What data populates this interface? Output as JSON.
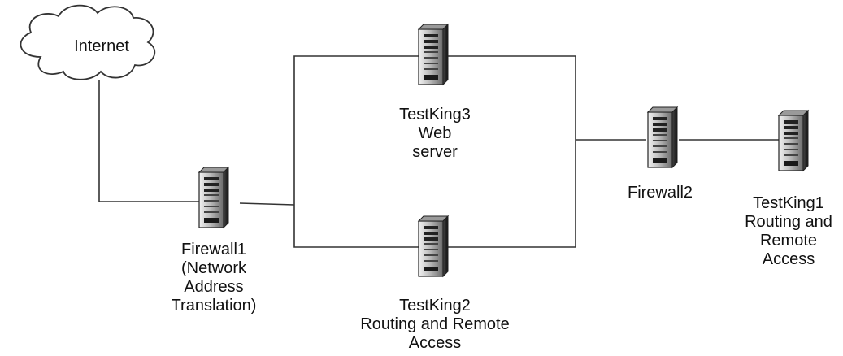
{
  "diagram": {
    "nodes": {
      "internet": {
        "label": "Internet",
        "icon": "cloud-icon"
      },
      "firewall1": {
        "lines": [
          "Firewall1",
          "(Network",
          "Address",
          "Translation)"
        ],
        "icon": "server-icon"
      },
      "testking3": {
        "lines": [
          "TestKing3",
          "Web",
          "server"
        ],
        "icon": "server-icon"
      },
      "testking2": {
        "lines": [
          "TestKing2",
          "Routing and Remote",
          "Access"
        ],
        "icon": "server-icon"
      },
      "firewall2": {
        "lines": [
          "Firewall2"
        ],
        "icon": "server-icon"
      },
      "testking1": {
        "lines": [
          "TestKing1",
          "Routing and",
          "Remote",
          "Access"
        ],
        "icon": "server-icon"
      }
    },
    "colors": {
      "line": "#333333",
      "server_dark": "#2a2a2a",
      "server_light": "#d8d8d8",
      "cloud_fill": "#ffffff"
    }
  }
}
